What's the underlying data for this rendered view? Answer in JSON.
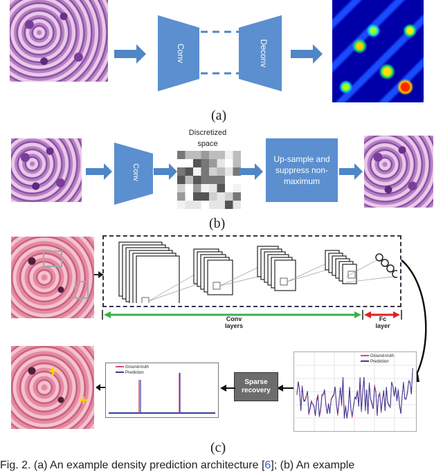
{
  "panel_a": {
    "encoder_label": "Conv",
    "decoder_label": "Deconv",
    "caption": "(a)"
  },
  "panel_b": {
    "conv_label": "Conv",
    "discretized_label": "Discretized space",
    "upsample_label": "Up-sample and suppress non-maximum",
    "caption": "(b)"
  },
  "panel_c": {
    "conv_layers_label": "Conv layers",
    "fc_layer_label": "Fc layer",
    "sparse_recovery_label": "Sparse recovery",
    "legend_ground_truth": "Ground-truth",
    "legend_prediction": "Prediction",
    "caption": "(c)"
  },
  "figure_caption": "Fig. 2. (a) An example density prediction architecture [6]; (b) An example",
  "colors": {
    "block_blue": "#5b8fcf",
    "arrow_blue": "#4f86c6",
    "green_arrow": "#3bb14a",
    "red_arrow": "#e02020",
    "gt_line": "#d04a7a",
    "pred_line": "#3a3a9a"
  }
}
